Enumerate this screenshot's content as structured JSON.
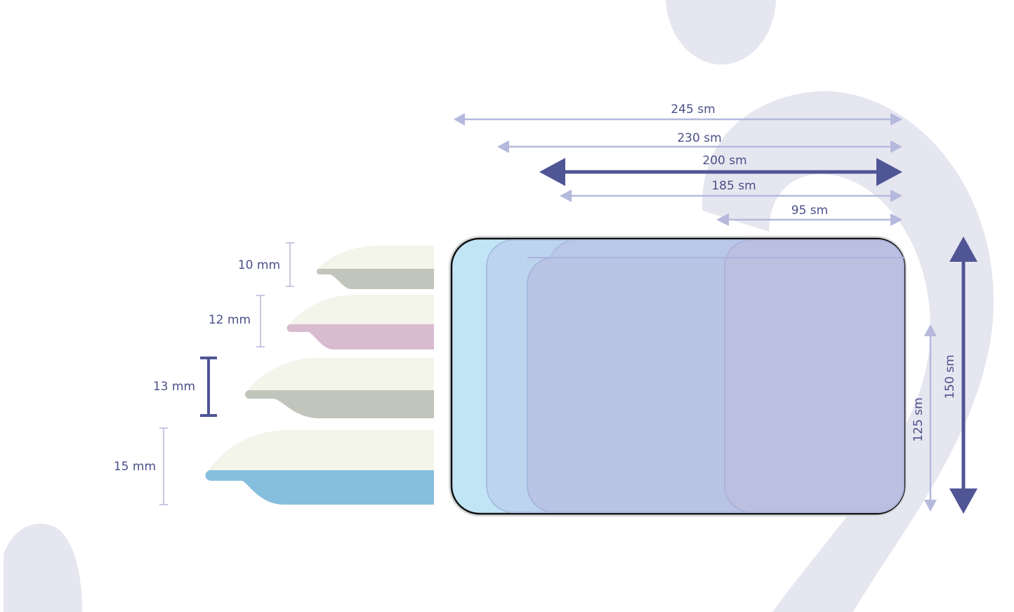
{
  "colors": {
    "background_shape": "#e6e6f0",
    "dimension_light": "#b5b9dc",
    "dimension_dark": "#4f5595",
    "label": "#4b5088",
    "pillow_top": "#f3f4ea",
    "pillow_gray": "#c1c5bc",
    "pillow_pink": "#d9bbd0",
    "pillow_blue": "#86bedd"
  },
  "pillows": [
    {
      "label": "10 mm",
      "color": "#c1c5bc",
      "highlighted": false
    },
    {
      "label": "12 mm",
      "color": "#d9bbd0",
      "highlighted": false
    },
    {
      "label": "13 mm",
      "color": "#c1c5bc",
      "highlighted": true
    },
    {
      "label": "15 mm",
      "color": "#86bedd",
      "highlighted": false
    }
  ],
  "lengths": [
    {
      "label": "245 sm",
      "highlighted": false
    },
    {
      "label": "230 sm",
      "highlighted": false
    },
    {
      "label": "200 sm",
      "highlighted": true
    },
    {
      "label": "185 sm",
      "highlighted": false
    },
    {
      "label": "95 sm",
      "highlighted": false
    }
  ],
  "widths": [
    {
      "label": "150 sm",
      "highlighted": true
    },
    {
      "label": "125 sm",
      "highlighted": false
    }
  ]
}
